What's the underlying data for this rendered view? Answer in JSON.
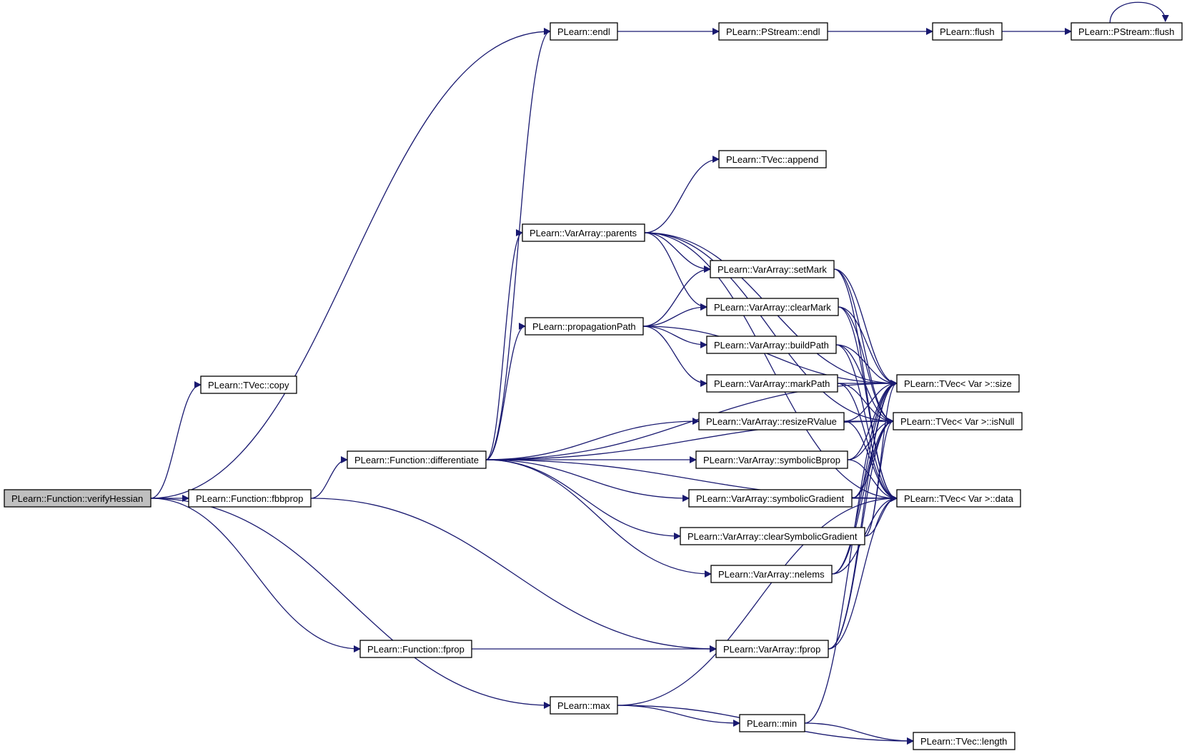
{
  "graph": {
    "root": "verifyHessian",
    "nodes": [
      {
        "id": "verifyHessian",
        "label": "PLearn::Function::verifyHessian",
        "root": true
      },
      {
        "id": "tveccopy",
        "label": "PLearn::TVec::copy"
      },
      {
        "id": "fbbprop",
        "label": "PLearn::Function::fbbprop"
      },
      {
        "id": "differentiate",
        "label": "PLearn::Function::differentiate"
      },
      {
        "id": "ffprop",
        "label": "PLearn::Function::fprop"
      },
      {
        "id": "max",
        "label": "PLearn::max"
      },
      {
        "id": "endl",
        "label": "PLearn::endl"
      },
      {
        "id": "psendl",
        "label": "PLearn::PStream::endl"
      },
      {
        "id": "flush",
        "label": "PLearn::flush"
      },
      {
        "id": "psflush",
        "label": "PLearn::PStream::flush"
      },
      {
        "id": "parents",
        "label": "PLearn::VarArray::parents"
      },
      {
        "id": "propagationPath",
        "label": "PLearn::propagationPath"
      },
      {
        "id": "append",
        "label": "PLearn::TVec::append"
      },
      {
        "id": "setMark",
        "label": "PLearn::VarArray::setMark"
      },
      {
        "id": "clearMark",
        "label": "PLearn::VarArray::clearMark"
      },
      {
        "id": "buildPath",
        "label": "PLearn::VarArray::buildPath"
      },
      {
        "id": "markPath",
        "label": "PLearn::VarArray::markPath"
      },
      {
        "id": "resizeRValue",
        "label": "PLearn::VarArray::resizeRValue"
      },
      {
        "id": "symbolicBprop",
        "label": "PLearn::VarArray::symbolicBprop"
      },
      {
        "id": "symbolicGradient",
        "label": "PLearn::VarArray::symbolicGradient"
      },
      {
        "id": "clearSymbolicGradient",
        "label": "PLearn::VarArray::clearSymbolicGradient"
      },
      {
        "id": "nelems",
        "label": "PLearn::VarArray::nelems"
      },
      {
        "id": "vafprop",
        "label": "PLearn::VarArray::fprop"
      },
      {
        "id": "min",
        "label": "PLearn::min"
      },
      {
        "id": "size",
        "label": "PLearn::TVec< Var >::size"
      },
      {
        "id": "isNull",
        "label": "PLearn::TVec< Var >::isNull"
      },
      {
        "id": "data",
        "label": "PLearn::TVec< Var >::data"
      },
      {
        "id": "length",
        "label": "PLearn::TVec::length"
      }
    ],
    "edges": [
      [
        "verifyHessian",
        "tveccopy"
      ],
      [
        "verifyHessian",
        "endl"
      ],
      [
        "verifyHessian",
        "fbbprop"
      ],
      [
        "verifyHessian",
        "ffprop"
      ],
      [
        "verifyHessian",
        "max"
      ],
      [
        "endl",
        "psendl"
      ],
      [
        "psendl",
        "flush"
      ],
      [
        "flush",
        "psflush"
      ],
      [
        "psflush",
        "psflush"
      ],
      [
        "fbbprop",
        "differentiate"
      ],
      [
        "fbbprop",
        "vafprop"
      ],
      [
        "differentiate",
        "endl"
      ],
      [
        "differentiate",
        "parents"
      ],
      [
        "differentiate",
        "propagationPath"
      ],
      [
        "differentiate",
        "size"
      ],
      [
        "differentiate",
        "isNull"
      ],
      [
        "differentiate",
        "data"
      ],
      [
        "differentiate",
        "resizeRValue"
      ],
      [
        "differentiate",
        "symbolicBprop"
      ],
      [
        "differentiate",
        "symbolicGradient"
      ],
      [
        "differentiate",
        "clearSymbolicGradient"
      ],
      [
        "differentiate",
        "nelems"
      ],
      [
        "parents",
        "append"
      ],
      [
        "parents",
        "setMark"
      ],
      [
        "parents",
        "clearMark"
      ],
      [
        "parents",
        "size"
      ],
      [
        "parents",
        "isNull"
      ],
      [
        "parents",
        "data"
      ],
      [
        "propagationPath",
        "setMark"
      ],
      [
        "propagationPath",
        "clearMark"
      ],
      [
        "propagationPath",
        "buildPath"
      ],
      [
        "propagationPath",
        "markPath"
      ],
      [
        "propagationPath",
        "size"
      ],
      [
        "setMark",
        "size"
      ],
      [
        "setMark",
        "isNull"
      ],
      [
        "setMark",
        "data"
      ],
      [
        "clearMark",
        "size"
      ],
      [
        "clearMark",
        "isNull"
      ],
      [
        "clearMark",
        "data"
      ],
      [
        "buildPath",
        "size"
      ],
      [
        "buildPath",
        "isNull"
      ],
      [
        "buildPath",
        "data"
      ],
      [
        "markPath",
        "size"
      ],
      [
        "markPath",
        "isNull"
      ],
      [
        "markPath",
        "data"
      ],
      [
        "resizeRValue",
        "size"
      ],
      [
        "resizeRValue",
        "isNull"
      ],
      [
        "resizeRValue",
        "data"
      ],
      [
        "symbolicBprop",
        "size"
      ],
      [
        "symbolicBprop",
        "isNull"
      ],
      [
        "symbolicBprop",
        "data"
      ],
      [
        "symbolicGradient",
        "size"
      ],
      [
        "symbolicGradient",
        "isNull"
      ],
      [
        "symbolicGradient",
        "data"
      ],
      [
        "clearSymbolicGradient",
        "size"
      ],
      [
        "clearSymbolicGradient",
        "isNull"
      ],
      [
        "clearSymbolicGradient",
        "data"
      ],
      [
        "nelems",
        "size"
      ],
      [
        "nelems",
        "isNull"
      ],
      [
        "nelems",
        "data"
      ],
      [
        "ffprop",
        "vafprop"
      ],
      [
        "vafprop",
        "size"
      ],
      [
        "vafprop",
        "isNull"
      ],
      [
        "vafprop",
        "data"
      ],
      [
        "max",
        "data"
      ],
      [
        "max",
        "min"
      ],
      [
        "max",
        "length"
      ],
      [
        "min",
        "size"
      ],
      [
        "min",
        "length"
      ]
    ]
  },
  "colors": {
    "edge": "#191970",
    "node_border": "#000000",
    "node_fill": "#ffffff",
    "root_fill": "#bfbfbf"
  }
}
